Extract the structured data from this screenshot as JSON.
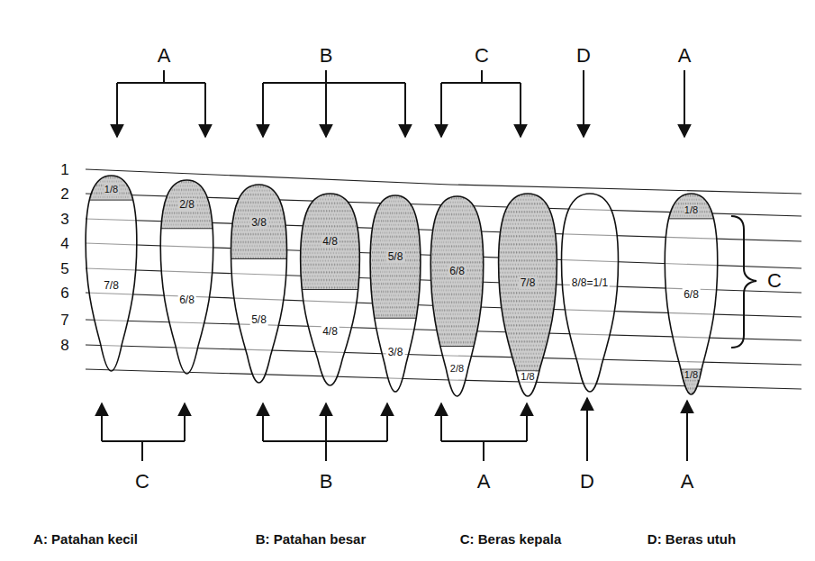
{
  "diagram": {
    "nodes": [
      {
        "text": [
          "1/8",
          "7/8"
        ]
      },
      {
        "text": [
          "2/8",
          "6/8"
        ]
      },
      {
        "text": [
          "3/8",
          "5/8"
        ]
      },
      {
        "text": [
          "4/8",
          "4/8"
        ]
      },
      {
        "text": [
          "5/8",
          "3/8"
        ]
      },
      {
        "text": [
          "6/8",
          "2/8"
        ]
      },
      {
        "text": [
          "7/8",
          "1/8"
        ]
      },
      {
        "text": [
          "8/8=1/1"
        ]
      },
      {
        "text": [
          "1/8",
          "6/8",
          "1/8"
        ]
      }
    ],
    "labels": [
      "A",
      "B",
      "C",
      "D",
      "A",
      "1",
      "2",
      "3",
      "4",
      "5",
      "6",
      "7",
      "8",
      "C",
      "C",
      "B",
      "A",
      "D",
      "A",
      "A: Patahan kecil",
      "B: Patahan besar",
      "C: Beras kepala",
      "D: Beras utuh"
    ]
  }
}
